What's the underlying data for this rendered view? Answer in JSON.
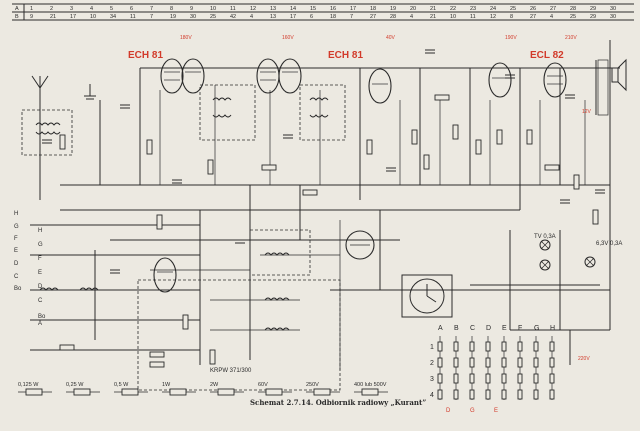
{
  "caption": "Schemat 2.7.14. Odbiornik radiowy „Kurant”",
  "top_axis": {
    "row_a_label": "A",
    "row_b_label": "B",
    "row_a_numbers": [
      "1",
      "2",
      "3",
      "4",
      "5",
      "6",
      "7",
      "8",
      "9",
      "10",
      "11",
      "12",
      "13",
      "14",
      "15",
      "16",
      "17",
      "18",
      "19",
      "20",
      "21",
      "22",
      "23",
      "24",
      "25",
      "26",
      "27",
      "28",
      "29",
      "30"
    ],
    "row_b_numbers": [
      "9",
      "21",
      "17",
      "10",
      "34",
      "11",
      "7",
      "19",
      "30",
      "25",
      "42",
      "4",
      "13",
      "17",
      "6",
      "18",
      "7",
      "27",
      "28",
      "4",
      "21",
      "10",
      "11",
      "12",
      "8",
      "27",
      "4",
      "25",
      "29",
      "30"
    ]
  },
  "tubes": [
    {
      "name": "ECH 81"
    },
    {
      "name": "ECH 81"
    },
    {
      "name": "ECL 82"
    }
  ],
  "voltage_labels": [
    "180V",
    "160V",
    "40V",
    "190V",
    "210V",
    "12V"
  ],
  "left_terminals": [
    "H",
    "G",
    "F",
    "E",
    "D",
    "C",
    "Bo",
    "A",
    "H",
    "G",
    "F",
    "E",
    "D",
    "C",
    "Bo"
  ],
  "switch_columns": [
    "A",
    "B",
    "C",
    "D",
    "E",
    "F",
    "G",
    "H"
  ],
  "switch_rows": [
    "1",
    "2",
    "3",
    "4"
  ],
  "switch_bottom_labels": [
    "D",
    "G",
    "E"
  ],
  "legend": [
    "0,125 W",
    "0,25 W",
    "0,5 W",
    "1W",
    "2W",
    "60V",
    "250V",
    "400 lub 500V"
  ],
  "mains_labels": [
    "220V",
    "TV 0,3A",
    "6,3V 0,3A"
  ],
  "block_label": "KRPW 371/300"
}
